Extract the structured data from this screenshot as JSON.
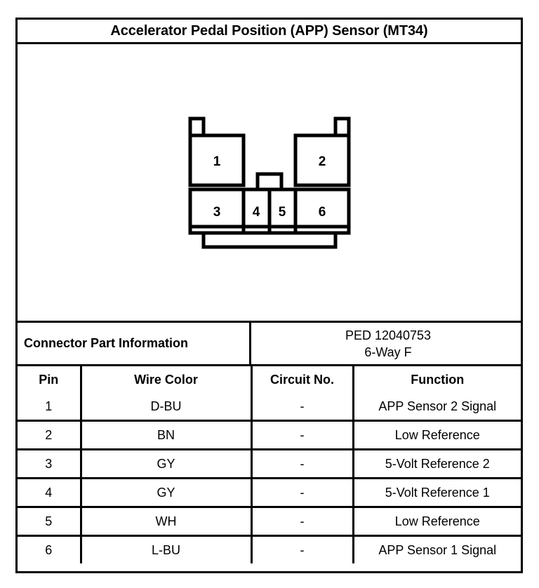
{
  "title": "Accelerator Pedal Position (APP) Sensor (MT34)",
  "connector": {
    "name": "app-sensor-connector",
    "orientation": "front-view",
    "top_row_pins": [
      "1",
      "2"
    ],
    "bottom_row_pins": [
      "3",
      "4",
      "5",
      "6"
    ],
    "features": [
      "left-latch-tab",
      "right-latch-tab",
      "center-keyway-notch",
      "base-block"
    ]
  },
  "part_info": {
    "label": "Connector Part Information",
    "part_number": "PED 12040753",
    "way_description": "6-Way F"
  },
  "table": {
    "headers": [
      "Pin",
      "Wire Color",
      "Circuit No.",
      "Function"
    ],
    "rows": [
      {
        "pin": "1",
        "wire_color": "D-BU",
        "circuit_no": "-",
        "function": "APP Sensor 2 Signal"
      },
      {
        "pin": "2",
        "wire_color": "BN",
        "circuit_no": "-",
        "function": "Low Reference"
      },
      {
        "pin": "3",
        "wire_color": "GY",
        "circuit_no": "-",
        "function": "5-Volt Reference 2"
      },
      {
        "pin": "4",
        "wire_color": "GY",
        "circuit_no": "-",
        "function": "5-Volt Reference 1"
      },
      {
        "pin": "5",
        "wire_color": "WH",
        "circuit_no": "-",
        "function": "Low Reference"
      },
      {
        "pin": "6",
        "wire_color": "L-BU",
        "circuit_no": "-",
        "function": "APP Sensor 1 Signal"
      }
    ]
  },
  "colors": {
    "ink": "#000000",
    "paper": "#ffffff"
  }
}
